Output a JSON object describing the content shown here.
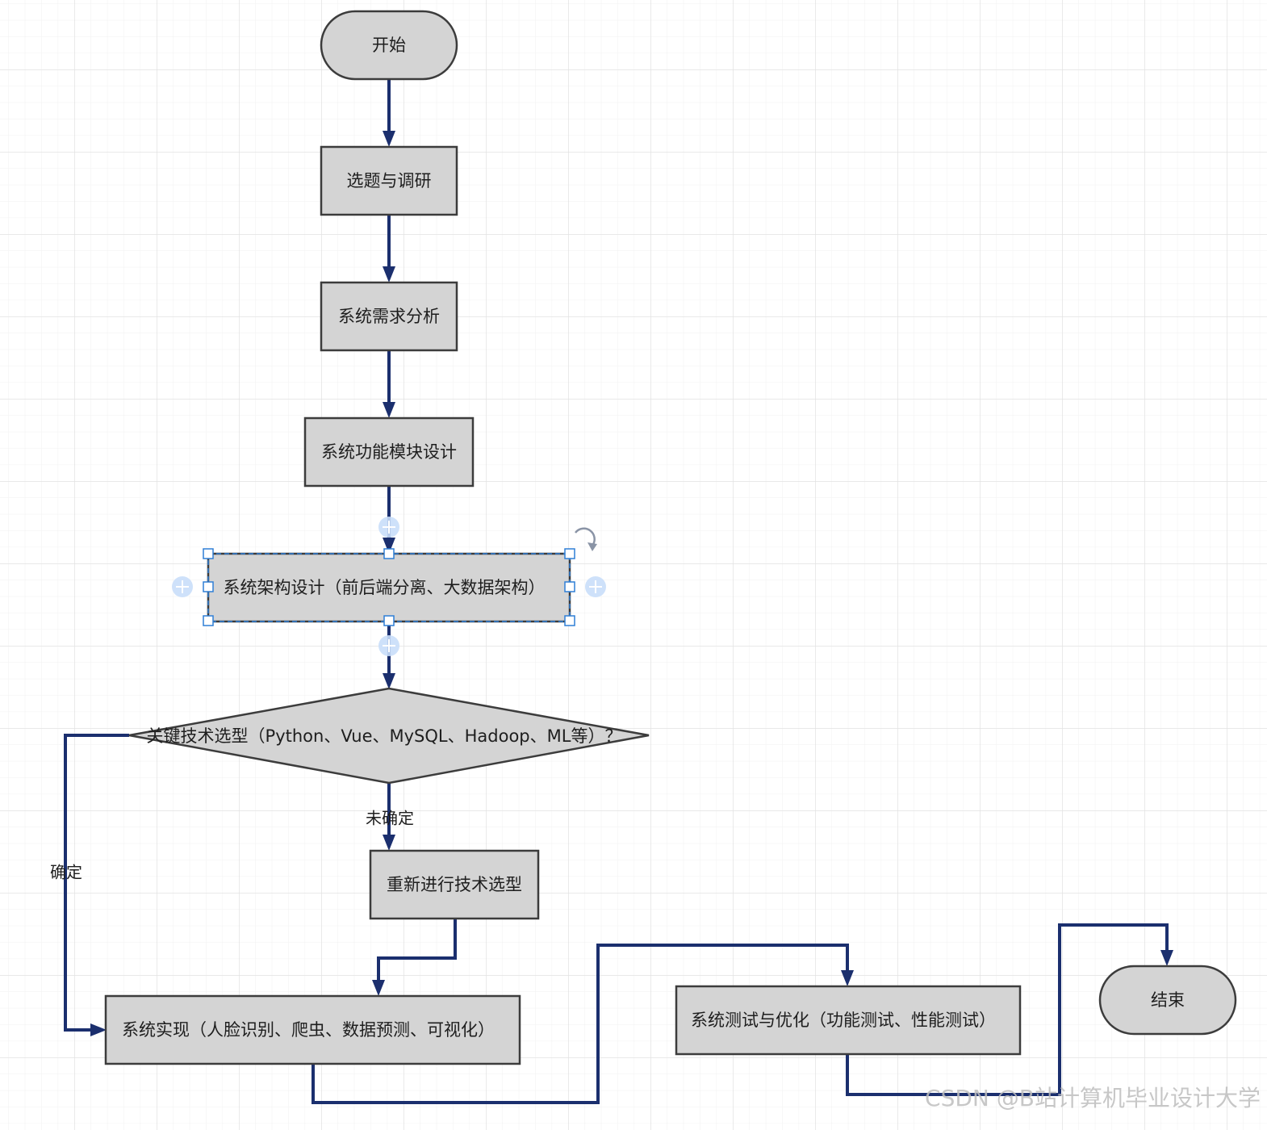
{
  "nodes": {
    "start": "开始",
    "research": "选题与调研",
    "requirements": "系统需求分析",
    "module_design": "系统功能模块设计",
    "architecture": "系统架构设计（前后端分离、大数据架构）",
    "decision": "关键技术选型（Python、Vue、MySQL、Hadoop、ML等）？",
    "reselect": "重新进行技术选型",
    "implementation": "系统实现（人脸识别、爬虫、数据预测、可视化）",
    "testing": "系统测试与优化（功能测试、性能测试）",
    "end": "结束"
  },
  "edge_labels": {
    "undetermined": "未确定",
    "determined": "确定"
  },
  "watermark": "CSDN @B站计算机毕业设计大学",
  "colors": {
    "node_fill": "#d4d4d4",
    "node_stroke": "#3c3c3c",
    "connector": "#1b2f6e",
    "selection": "#2f7fd6",
    "grid": "#ececec"
  }
}
